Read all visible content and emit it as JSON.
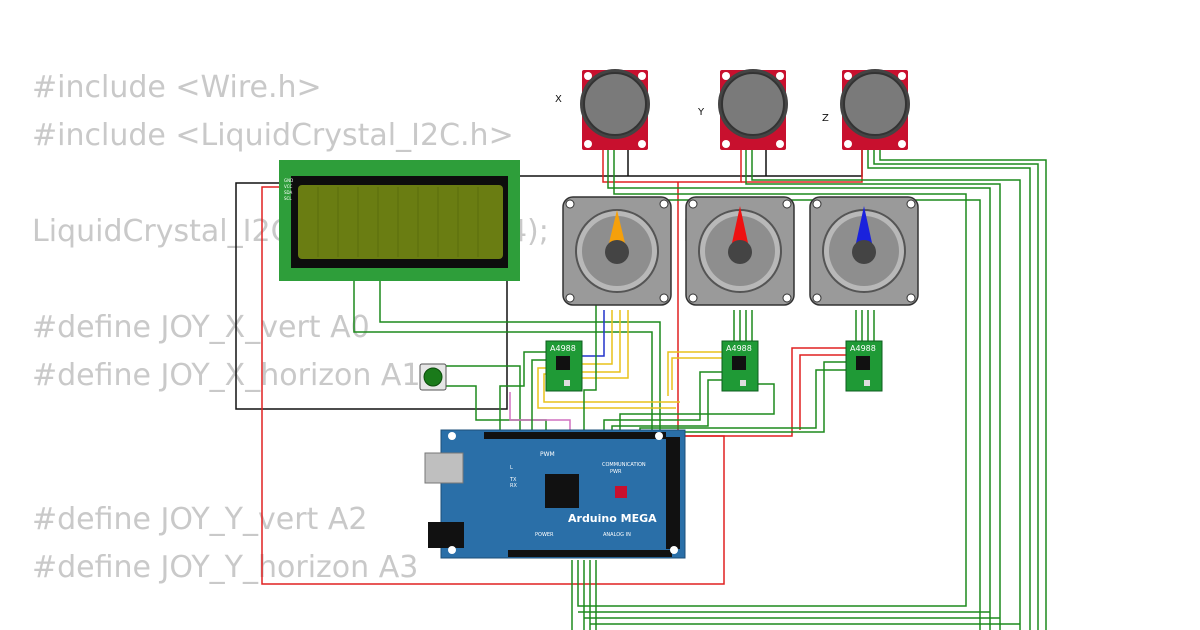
{
  "code_lines": [
    "#include <Wire.h>",
    "#include <LiquidCrystal_I2C.h>",
    "",
    "LiquidCrystal_I2C lcd(0x27, 20, 4);  // 20x4 LCD, 2",
    "",
    "#define JOY_X_vert A0",
    "#define JOY_X_horizon A1",
    "",
    "",
    "#define JOY_Y_vert A2",
    "#define JOY_Y_horizon A3"
  ],
  "joysticks": [
    {
      "label": "X"
    },
    {
      "label": "Y"
    },
    {
      "label": "Z"
    }
  ],
  "motors": [
    {
      "pointer_color": "#f5a00b"
    },
    {
      "pointer_color": "#ee1111"
    },
    {
      "pointer_color": "#1a22dd"
    }
  ],
  "drivers": [
    {
      "label": "A4988"
    },
    {
      "label": "A4988"
    },
    {
      "label": "A4988"
    }
  ],
  "arduino": {
    "name": "Arduino MEGA",
    "pwm": "PWM",
    "communication": "COMMUNICATION",
    "power": "POWER",
    "analog_in": "ANALOG IN",
    "led_l": "L",
    "led_tx": "TX",
    "led_rx": "RX",
    "pwr": "PWR"
  },
  "lcd_pins": [
    "GND",
    "VCC",
    "SDA",
    "SCL"
  ],
  "colors": {
    "wire_red": "#e02020",
    "wire_green": "#1d8a1d",
    "wire_black": "#111111",
    "wire_yellow": "#e8c21a",
    "wire_blue": "#2233cc",
    "wire_pink": "#d070c0",
    "board_blue": "#2a6fa8",
    "lcd_green": "#2e9e3a",
    "lcd_screen": "#6a7d12",
    "joystick_red": "#c8102e"
  }
}
